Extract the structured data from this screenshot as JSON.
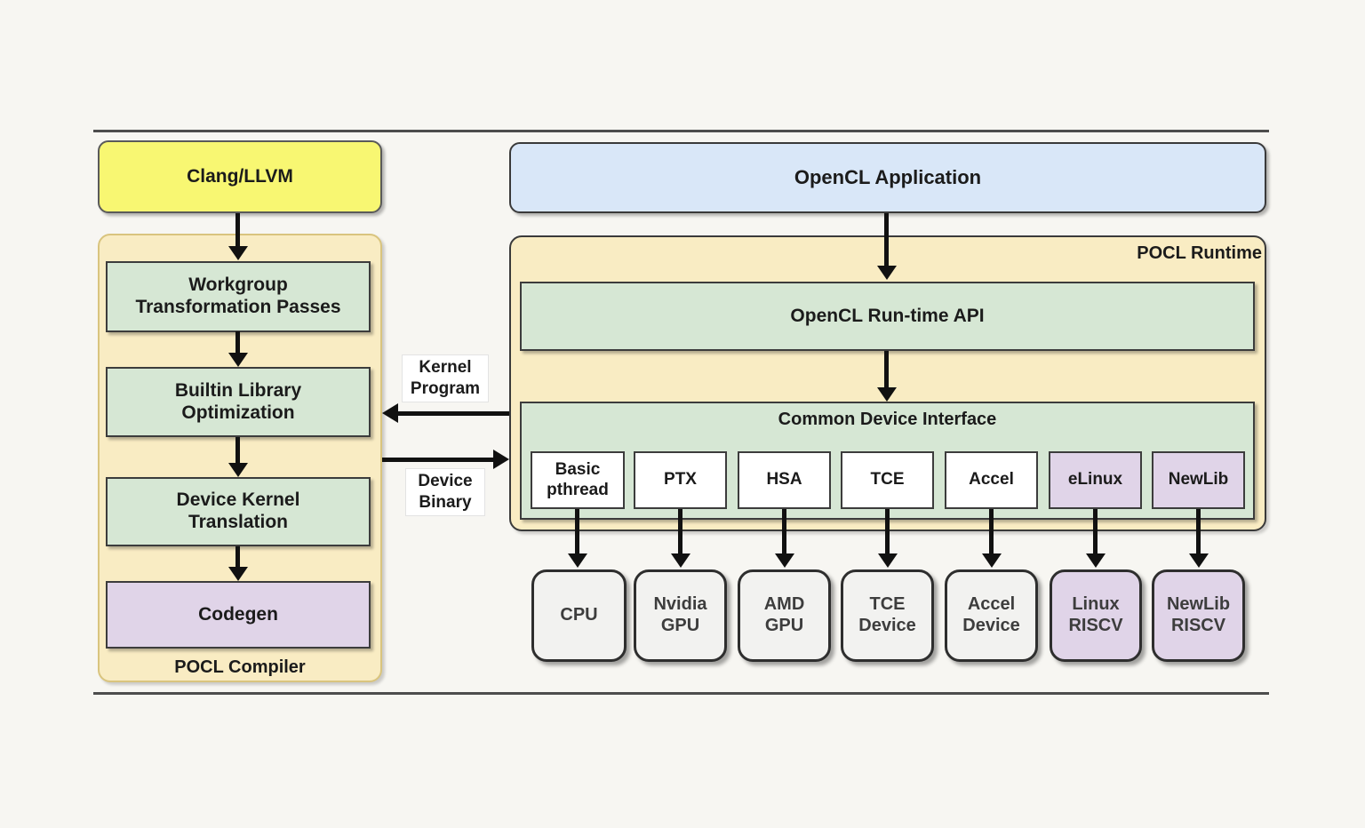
{
  "colors": {
    "background": "#f7f6f2",
    "rule": "#4d4d4d",
    "yellow": "#f8f772",
    "blue": "#d9e7f8",
    "container_tan": "#f9ecc3",
    "container_border_gold": "#d9c47e",
    "container_border_dark": "#3a3a3a",
    "green": "#d6e7d4",
    "purple": "#e0d4e8",
    "white": "#ffffff",
    "device_gray": "#f2f2f0",
    "box_border": "#3c3c3c",
    "arrow": "#111111",
    "text": "#1b1b1b",
    "device_text": "#3d3d3d"
  },
  "left": {
    "clang_label": "Clang/LLVM",
    "container_label": "POCL Compiler",
    "stages": [
      {
        "label": "Workgroup\nTransformation Passes",
        "variant": "green"
      },
      {
        "label": "Builtin Library\nOptimization",
        "variant": "green"
      },
      {
        "label": "Device Kernel\nTranslation",
        "variant": "green"
      },
      {
        "label": "Codegen",
        "variant": "purple"
      }
    ]
  },
  "middle": {
    "kernel_label": "Kernel\nProgram",
    "binary_label": "Device\nBinary"
  },
  "right": {
    "app_label": "OpenCL Application",
    "runtime_label": "POCL Runtime",
    "api_label": "OpenCL Run-time API",
    "cdi_title": "Common Device Interface",
    "drivers": [
      {
        "label": "Basic\npthread",
        "variant": "white"
      },
      {
        "label": "PTX",
        "variant": "white"
      },
      {
        "label": "HSA",
        "variant": "white"
      },
      {
        "label": "TCE",
        "variant": "white"
      },
      {
        "label": "Accel",
        "variant": "white"
      },
      {
        "label": "eLinux",
        "variant": "purple"
      },
      {
        "label": "NewLib",
        "variant": "purple"
      }
    ],
    "devices": [
      {
        "label": "CPU",
        "variant": "gray"
      },
      {
        "label": "Nvidia\nGPU",
        "variant": "gray"
      },
      {
        "label": "AMD\nGPU",
        "variant": "gray"
      },
      {
        "label": "TCE\nDevice",
        "variant": "gray"
      },
      {
        "label": "Accel\nDevice",
        "variant": "gray"
      },
      {
        "label": "Linux\nRISCV",
        "variant": "purple"
      },
      {
        "label": "NewLib\nRISCV",
        "variant": "purple"
      }
    ]
  }
}
